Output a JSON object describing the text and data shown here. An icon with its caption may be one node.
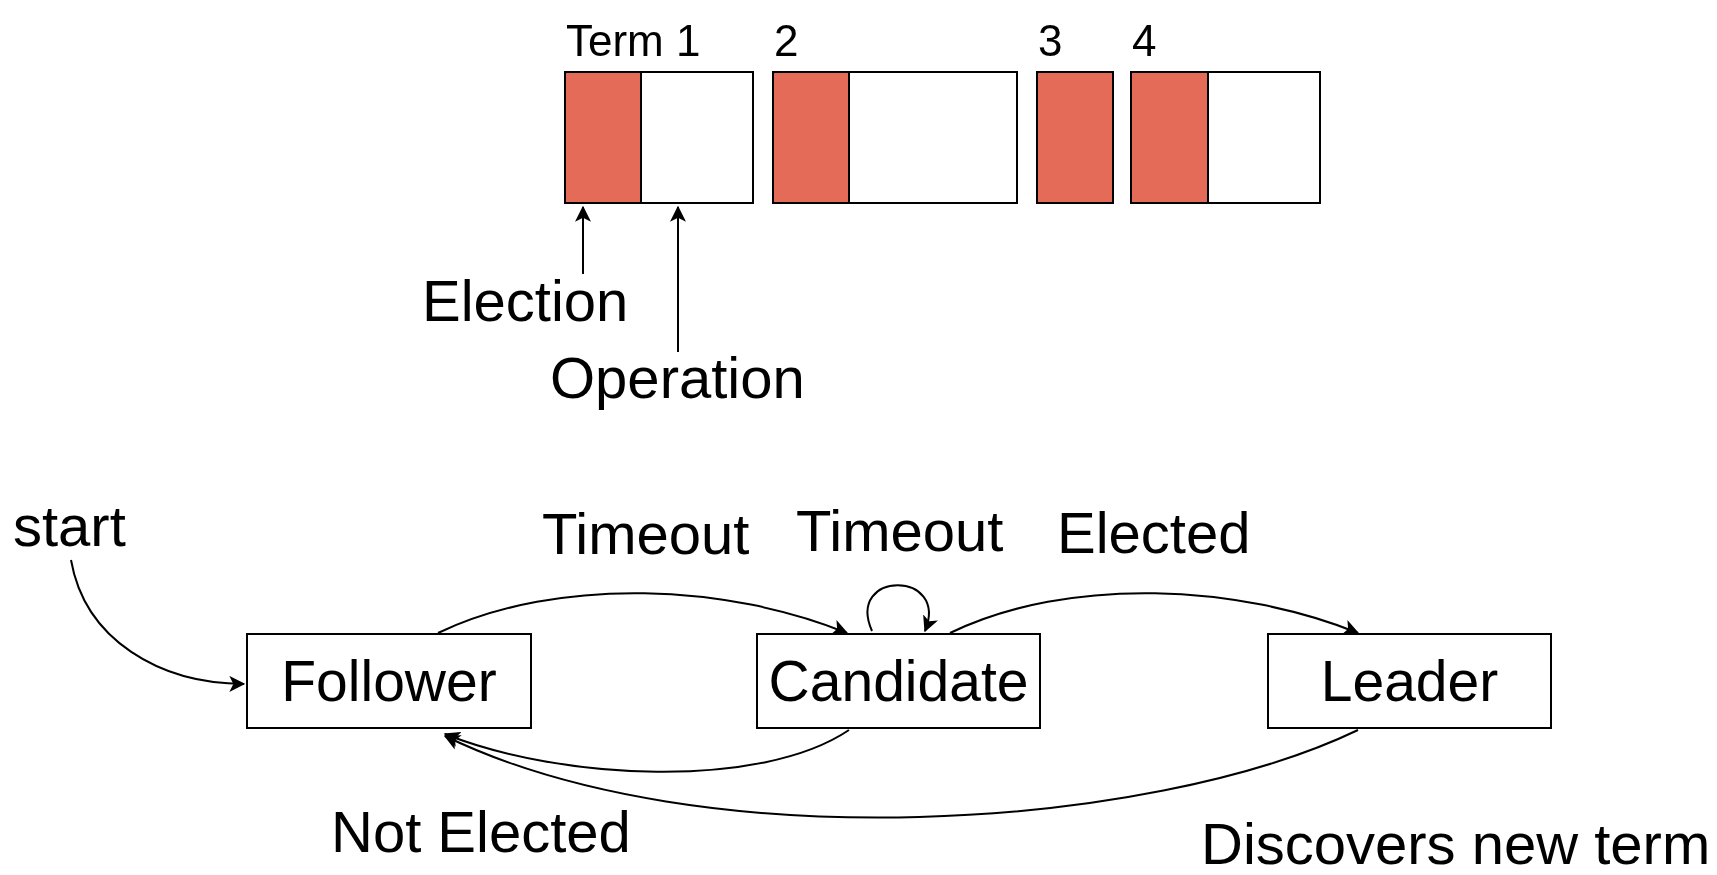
{
  "diagram": {
    "nodes": [
      {
        "text": [
          "Term 1"
        ]
      },
      {
        "text": [],
        "shape": "box",
        "in": 0
      },
      {
        "text": [],
        "shape": "box",
        "in": 0
      },
      {
        "text": [
          "2"
        ]
      },
      {
        "text": [],
        "shape": "box",
        "in": 3
      },
      {
        "text": [],
        "shape": "box",
        "in": 3
      },
      {
        "text": [
          "3"
        ]
      },
      {
        "text": [],
        "shape": "box",
        "in": 6
      },
      {
        "text": [
          "4"
        ]
      },
      {
        "text": [],
        "shape": "box",
        "in": 8
      },
      {
        "text": [],
        "shape": "box",
        "in": 8
      },
      {
        "text": [
          "Election"
        ]
      },
      {
        "text": [
          "Operation"
        ]
      },
      {
        "text": [
          "start"
        ]
      },
      {
        "text": [
          "Follower"
        ]
      },
      {
        "text": [
          "Candidate"
        ]
      },
      {
        "text": [
          "Leader"
        ]
      }
    ],
    "edges": [
      {
        "from": 11,
        "to": 1,
        "arrow": "to"
      },
      {
        "from": 12,
        "to": 2,
        "arrow": "to"
      },
      {
        "from": 13,
        "to": 14,
        "arrow": "to"
      },
      {
        "from": 14,
        "to": 15,
        "label": "Timeout",
        "arrow": "to"
      },
      {
        "from": 15,
        "to": 15,
        "label": "Timeout",
        "arrow": "to"
      },
      {
        "from": 15,
        "to": 16,
        "label": "Elected",
        "arrow": "to"
      },
      {
        "from": 15,
        "to": 14,
        "label": "Not Elected",
        "arrow": "to"
      },
      {
        "from": 16,
        "to": 14,
        "label": "Discovers new term",
        "arrow": "to"
      }
    ]
  }
}
